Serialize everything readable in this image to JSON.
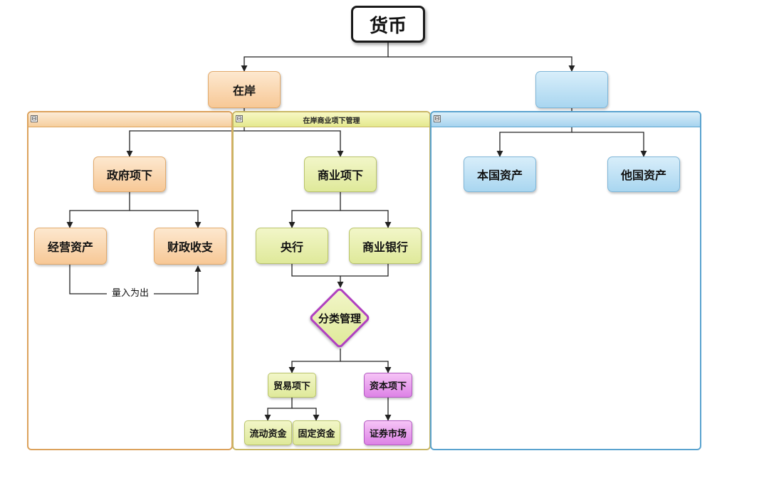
{
  "root": {
    "label": "货币"
  },
  "onshore": {
    "label": "在岸"
  },
  "offshore": {
    "label": ""
  },
  "lanes": {
    "gov": {
      "title": "",
      "collapse_symbol": "⊟"
    },
    "commercial": {
      "title": "在岸商业项下管理",
      "collapse_symbol": "⊟"
    },
    "offshore": {
      "title": "",
      "collapse_symbol": "⊟"
    }
  },
  "gov": {
    "main": "政府项下",
    "operating_assets": "经营资产",
    "fiscal": "财政收支",
    "edge_label": "量入为出"
  },
  "commercial": {
    "main": "商业项下",
    "central_bank": "央行",
    "commercial_bank": "商业银行",
    "classify": "分类管理",
    "trade": "贸易项下",
    "capital": "资本项下",
    "working_capital": "流动资金",
    "fixed_capital": "固定资金",
    "securities": "证券市场"
  },
  "offshore_lane": {
    "domestic": "本国资产",
    "foreign": "他国资产"
  },
  "colors": {
    "orange": "#f7c896",
    "green": "#dfe99a",
    "blue": "#a9d6f0",
    "purple": "#dd82e6",
    "diamond_border": "#b040c0"
  }
}
